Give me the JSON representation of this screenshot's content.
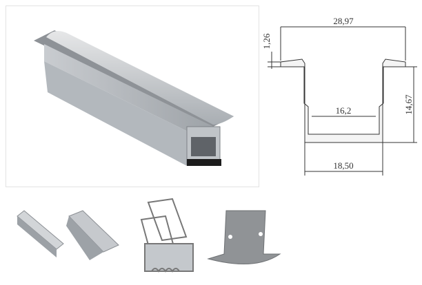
{
  "drawing": {
    "top_width": "28,97",
    "flange_thickness": "1,26",
    "inner_width": "16,2",
    "height": "14,67",
    "bottom_width": "18,50"
  },
  "colors": {
    "aluminum": "#b9bec4",
    "diffuser": "#d8dadc",
    "line": "#333333"
  }
}
